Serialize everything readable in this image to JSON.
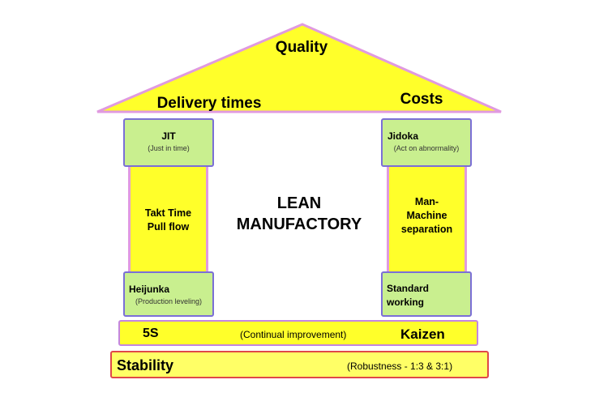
{
  "roof": {
    "top_label": "Quality",
    "left_label": "Delivery times",
    "right_label": "Costs"
  },
  "center": {
    "line1": "LEAN",
    "line2": "MANUFACTORY"
  },
  "left_pillar": {
    "top": {
      "title": "JIT",
      "subtitle": "(Just in time)"
    },
    "middle": {
      "line1": "Takt Time",
      "line2": "Pull flow"
    },
    "bottom": {
      "title": "Heijunka",
      "subtitle": "(Production leveling)"
    }
  },
  "right_pillar": {
    "top": {
      "title": "Jidoka",
      "subtitle": "(Act on abnormality)"
    },
    "middle": {
      "line1": "Man-",
      "line2": "Machine",
      "line3": "separation"
    },
    "bottom": {
      "line1": "Standard",
      "line2": "working"
    }
  },
  "kaizen_band": {
    "left": "5S",
    "middle": "(Continual improvement)",
    "right": "Kaizen"
  },
  "stability_band": {
    "left": "Stability",
    "right": "(Robustness - 1:3 & 3:1)"
  },
  "colors": {
    "yellow": "#ffff2a",
    "green": "#c9ef8f",
    "roof_border": "#e09ae0",
    "stability_border": "#e04848"
  }
}
